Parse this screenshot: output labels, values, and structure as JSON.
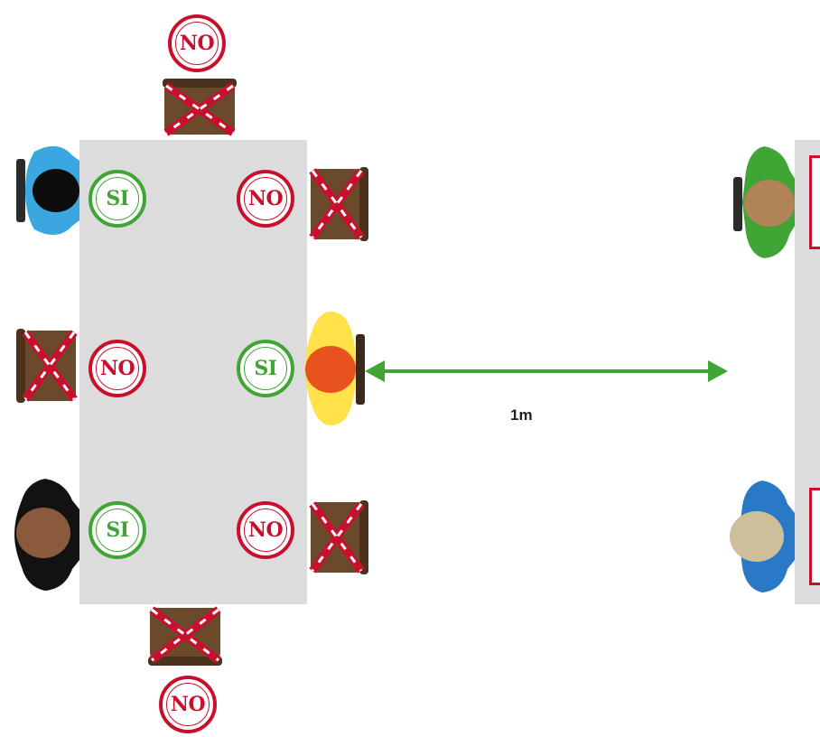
{
  "colors": {
    "table": "#dcdcdc",
    "no_red": "#c8102e",
    "si_green": "#3fa535",
    "arrow_green": "#3fa535",
    "chair_brown": "#6b4a2b"
  },
  "badges": {
    "top": "NO",
    "left_1": "SI",
    "right_1": "NO",
    "left_2": "NO",
    "right_2": "SI",
    "left_3": "SI",
    "right_3": "NO",
    "bottom": "NO"
  },
  "distance": {
    "label": "1m"
  },
  "icons": {
    "blocked_chair": "blocked-chair-icon",
    "seated_person": "seated-person-icon"
  }
}
